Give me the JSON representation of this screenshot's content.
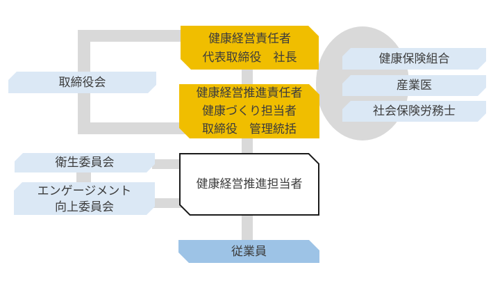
{
  "nodes": {
    "board": {
      "label": "取締役会"
    },
    "chief_officer": {
      "line1": "健康経営責任者",
      "line2": "代表取締役　社長"
    },
    "promotion_officer": {
      "line1": "健康経営推進責任者",
      "line2": "健康づくり担当者",
      "line3": "取締役　管理統括"
    },
    "hygiene_committee": {
      "label": "衛生委員会"
    },
    "engagement_committee": {
      "line1": "エンゲージメント",
      "line2": "向上委員会"
    },
    "promotion_staff": {
      "label": "健康経営推進担当者"
    },
    "health_insurance_union": {
      "label": "健康保険組合"
    },
    "occupational_physician": {
      "label": "産業医"
    },
    "social_insurance_consultant": {
      "label": "社会保険労務士"
    },
    "employees": {
      "label": "従業員"
    }
  },
  "colors": {
    "yellow": "#F0BE00",
    "light_blue": "#DBE8F5",
    "medium_blue": "#9DC3E6",
    "gray": "#D9D9D9",
    "text": "#3C3C3C",
    "box_border": "#1A1A1A",
    "white": "#FFFFFF"
  }
}
